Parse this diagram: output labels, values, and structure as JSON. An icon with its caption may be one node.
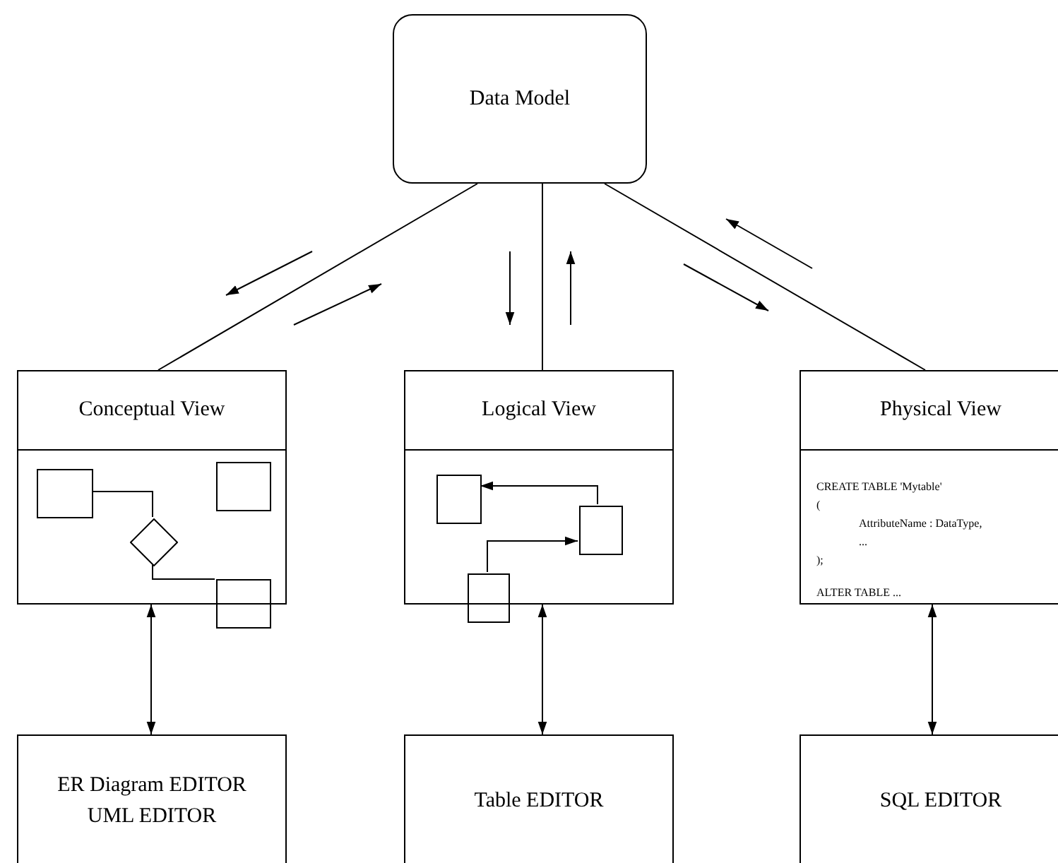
{
  "diagram": {
    "nodes": [
      {
        "text": [
          "Data Model"
        ]
      },
      {
        "text": [
          "Conceptual View"
        ]
      },
      {
        "text": [],
        "shape": "box",
        "in": 1
      },
      {
        "text": [],
        "shape": "box",
        "in": 1
      },
      {
        "text": [],
        "shape": "diamond",
        "in": 1
      },
      {
        "text": [],
        "shape": "box",
        "in": 1
      },
      {
        "text": [
          "Logical View"
        ]
      },
      {
        "text": [],
        "shape": "box",
        "in": 6
      },
      {
        "text": [],
        "shape": "box",
        "in": 6
      },
      {
        "text": [],
        "shape": "box",
        "in": 6
      },
      {
        "text": [
          "Physical View",
          "CREATE TABLE 'Mytable'",
          "(",
          "AttributeName : DataType,",
          "...",
          ");",
          "ALTER TABLE ..."
        ]
      },
      {
        "text": [
          "ER Diagram EDITOR",
          "UML EDITOR"
        ]
      },
      {
        "text": [
          "Table EDITOR"
        ]
      },
      {
        "text": [
          "SQL EDITOR"
        ]
      }
    ],
    "edges": [
      {
        "from": 0,
        "to": 1,
        "arrow": "none"
      },
      {
        "from": 0,
        "to": 6,
        "arrow": "none"
      },
      {
        "from": 0,
        "to": 10,
        "arrow": "none"
      },
      {
        "from": 2,
        "to": 4,
        "arrow": "none"
      },
      {
        "from": 4,
        "to": 5,
        "arrow": "none"
      },
      {
        "from": 8,
        "to": 7,
        "arrow": "to"
      },
      {
        "from": 9,
        "to": 8,
        "arrow": "to"
      },
      {
        "from": 1,
        "to": 11,
        "arrow": "both"
      },
      {
        "from": 6,
        "to": 12,
        "arrow": "both"
      },
      {
        "from": 10,
        "to": 13,
        "arrow": "both"
      }
    ]
  }
}
